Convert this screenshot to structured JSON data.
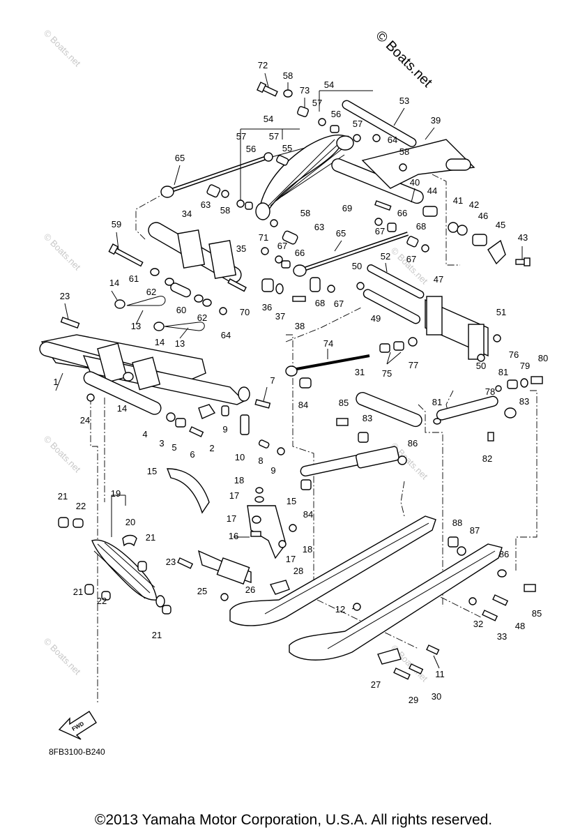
{
  "watermark_main": "© Boats.net",
  "watermark_faint": "© Boats.net",
  "diagram_code": "8FB3100-B240",
  "fwd_label": "FWD",
  "copyright": "©2013 Yamaha Motor Corporation, U.S.A. All rights reserved.",
  "callouts": [
    {
      "n": "72"
    },
    {
      "n": "58"
    },
    {
      "n": "73"
    },
    {
      "n": "54"
    },
    {
      "n": "57"
    },
    {
      "n": "56"
    },
    {
      "n": "53"
    },
    {
      "n": "57"
    },
    {
      "n": "64"
    },
    {
      "n": "39"
    },
    {
      "n": "54"
    },
    {
      "n": "57"
    },
    {
      "n": "57"
    },
    {
      "n": "56"
    },
    {
      "n": "55"
    },
    {
      "n": "58"
    },
    {
      "n": "65"
    },
    {
      "n": "63"
    },
    {
      "n": "58"
    },
    {
      "n": "40"
    },
    {
      "n": "44"
    },
    {
      "n": "69"
    },
    {
      "n": "66"
    },
    {
      "n": "41"
    },
    {
      "n": "42"
    },
    {
      "n": "46"
    },
    {
      "n": "45"
    },
    {
      "n": "34"
    },
    {
      "n": "58"
    },
    {
      "n": "63"
    },
    {
      "n": "67"
    },
    {
      "n": "68"
    },
    {
      "n": "65"
    },
    {
      "n": "43"
    },
    {
      "n": "59"
    },
    {
      "n": "71"
    },
    {
      "n": "67"
    },
    {
      "n": "66"
    },
    {
      "n": "35"
    },
    {
      "n": "67"
    },
    {
      "n": "52"
    },
    {
      "n": "50"
    },
    {
      "n": "47"
    },
    {
      "n": "61"
    },
    {
      "n": "62"
    },
    {
      "n": "60"
    },
    {
      "n": "62"
    },
    {
      "n": "70"
    },
    {
      "n": "36"
    },
    {
      "n": "37"
    },
    {
      "n": "38"
    },
    {
      "n": "68"
    },
    {
      "n": "67"
    },
    {
      "n": "49"
    },
    {
      "n": "14"
    },
    {
      "n": "23"
    },
    {
      "n": "13"
    },
    {
      "n": "14"
    },
    {
      "n": "13"
    },
    {
      "n": "64"
    },
    {
      "n": "51"
    },
    {
      "n": "74"
    },
    {
      "n": "75"
    },
    {
      "n": "77"
    },
    {
      "n": "76"
    },
    {
      "n": "80"
    },
    {
      "n": "79"
    },
    {
      "n": "81"
    },
    {
      "n": "50"
    },
    {
      "n": "1"
    },
    {
      "n": "14"
    },
    {
      "n": "7"
    },
    {
      "n": "31"
    },
    {
      "n": "84"
    },
    {
      "n": "85"
    },
    {
      "n": "81"
    },
    {
      "n": "78"
    },
    {
      "n": "83"
    },
    {
      "n": "24"
    },
    {
      "n": "9"
    },
    {
      "n": "83"
    },
    {
      "n": "4"
    },
    {
      "n": "3"
    },
    {
      "n": "5"
    },
    {
      "n": "6"
    },
    {
      "n": "2"
    },
    {
      "n": "10"
    },
    {
      "n": "8"
    },
    {
      "n": "9"
    },
    {
      "n": "86"
    },
    {
      "n": "82"
    },
    {
      "n": "15"
    },
    {
      "n": "18"
    },
    {
      "n": "17"
    },
    {
      "n": "15"
    },
    {
      "n": "84"
    },
    {
      "n": "19"
    },
    {
      "n": "21"
    },
    {
      "n": "22"
    },
    {
      "n": "20"
    },
    {
      "n": "17"
    },
    {
      "n": "16"
    },
    {
      "n": "18"
    },
    {
      "n": "88"
    },
    {
      "n": "87"
    },
    {
      "n": "21"
    },
    {
      "n": "23"
    },
    {
      "n": "17"
    },
    {
      "n": "86"
    },
    {
      "n": "28"
    },
    {
      "n": "21"
    },
    {
      "n": "22"
    },
    {
      "n": "25"
    },
    {
      "n": "26"
    },
    {
      "n": "12"
    },
    {
      "n": "32"
    },
    {
      "n": "48"
    },
    {
      "n": "85"
    },
    {
      "n": "33"
    },
    {
      "n": "21"
    },
    {
      "n": "11"
    },
    {
      "n": "27"
    },
    {
      "n": "29"
    },
    {
      "n": "30"
    }
  ]
}
